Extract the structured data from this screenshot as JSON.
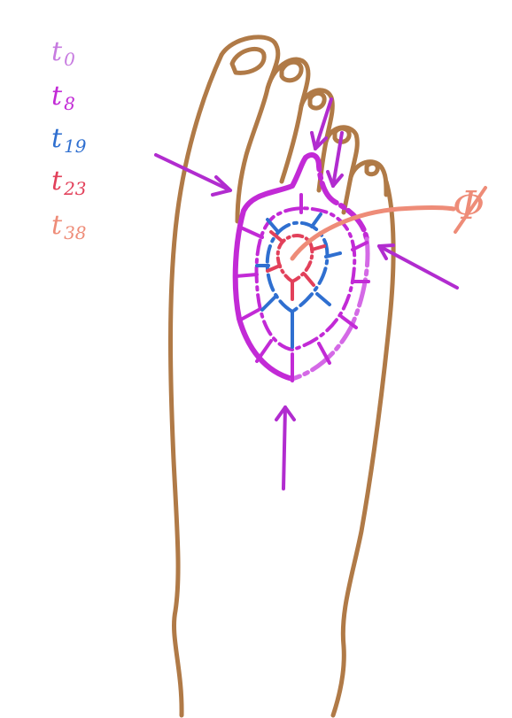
{
  "legend": [
    {
      "label": "t",
      "sub": "0",
      "color": "#c77be0"
    },
    {
      "label": "t",
      "sub": "8",
      "color": "#c22ad6"
    },
    {
      "label": "t",
      "sub": "19",
      "color": "#2f6fd0"
    },
    {
      "label": "t",
      "sub": "23",
      "color": "#e2405a"
    },
    {
      "label": "t",
      "sub": "38",
      "color": "#ee8c78"
    }
  ],
  "phi_symbol": "Φ",
  "colors": {
    "foot_outline": "#b07a47",
    "outer_front": "#c22ad6",
    "outer_front_light": "#d469e6",
    "blue_front": "#2f6fd0",
    "red_front": "#e2405a",
    "phi_curve": "#ee8c78",
    "arrows": "#b12ccf"
  }
}
